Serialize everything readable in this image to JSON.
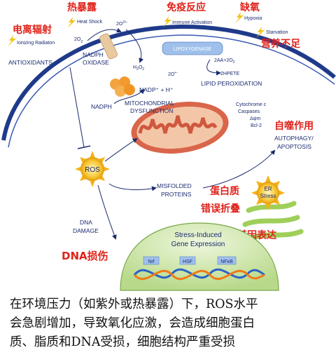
{
  "stressors": {
    "heat_cn": "热暴露",
    "heat_en": "Heat Shock",
    "radiation_cn": "电离辐射",
    "radiation_en": "Ionizing Radiaton",
    "immune_cn": "免疫反应",
    "immune_en": "Immune Activation",
    "hypoxia_cn": "缺氧",
    "hypoxia_en": "Hypoxia",
    "starvation_en": "Starvation",
    "starvation_cn": "营养不足"
  },
  "membrane": {
    "o2": "2O",
    "o2_sub": "2",
    "superoxide": "2O",
    "superoxide_sup": "2",
    "nadph_oxidase_1": "NADPH",
    "nadph_oxidase_2": "OXIDASE",
    "h2o2": "H",
    "h2o2_a": "2",
    "h2o2_b": "O",
    "h2o2_c": "2",
    "nadp": "NADP⁺ + H⁺",
    "nadph": "NADPH",
    "antioxidants": "ANTIOXIDANTS",
    "lipoxygenase": "LIPOXYGENASE",
    "aa_o2": "2AA+2O",
    "aa_o2_sub": "2",
    "superoxide2": "2O",
    "hpete": "2HPETE",
    "lipid_perox": "LIPID PEROXIDATION"
  },
  "mito": {
    "label_1": "MITOCHONDRIAL",
    "label_2": "DYSFUNCTION",
    "cyto_1": "Cytochrome c",
    "cyto_2": "Caspases",
    "cyto_3": "Δψm",
    "cyto_4": "Bcl-2"
  },
  "outcomes": {
    "autophagy_cn": "自噬作用",
    "autophagy_1": "AUTOPHAGY/",
    "autophagy_2": "APOPTOSIS",
    "ros": "ROS",
    "misfolded_1": "MISFOLDED",
    "misfolded_2": "PROTEINS",
    "misfolded_cn_1": "蛋白质",
    "misfolded_cn_2": "错误折叠",
    "er_1": "ER",
    "er_2": "Stress",
    "suppress_cn": "抑制基因表达",
    "dna_1": "DNA",
    "dna_2": "DAMAGE",
    "dna_cn": "DNA损伤"
  },
  "nucleus": {
    "title_1": "Stress-Induced",
    "title_2": "Gene Expression",
    "genes": [
      "Nrf",
      "HSF",
      "NFκB"
    ]
  },
  "caption": {
    "line1": "在环境压力（如紫外或热暴露）下，ROS水平",
    "line2": "会急剧增加，导致氧化应激，会造成细胞蛋白",
    "line3": "质、脂质和DNA受损，细胞结构严重受损"
  },
  "colors": {
    "membrane": "#1f3a8a",
    "cn_label": "#e0231b",
    "en_label": "#1b2a6e",
    "mito": "#d9664a",
    "ros_sun": "#f5b21a",
    "nucleus": "#c9e4a0"
  }
}
